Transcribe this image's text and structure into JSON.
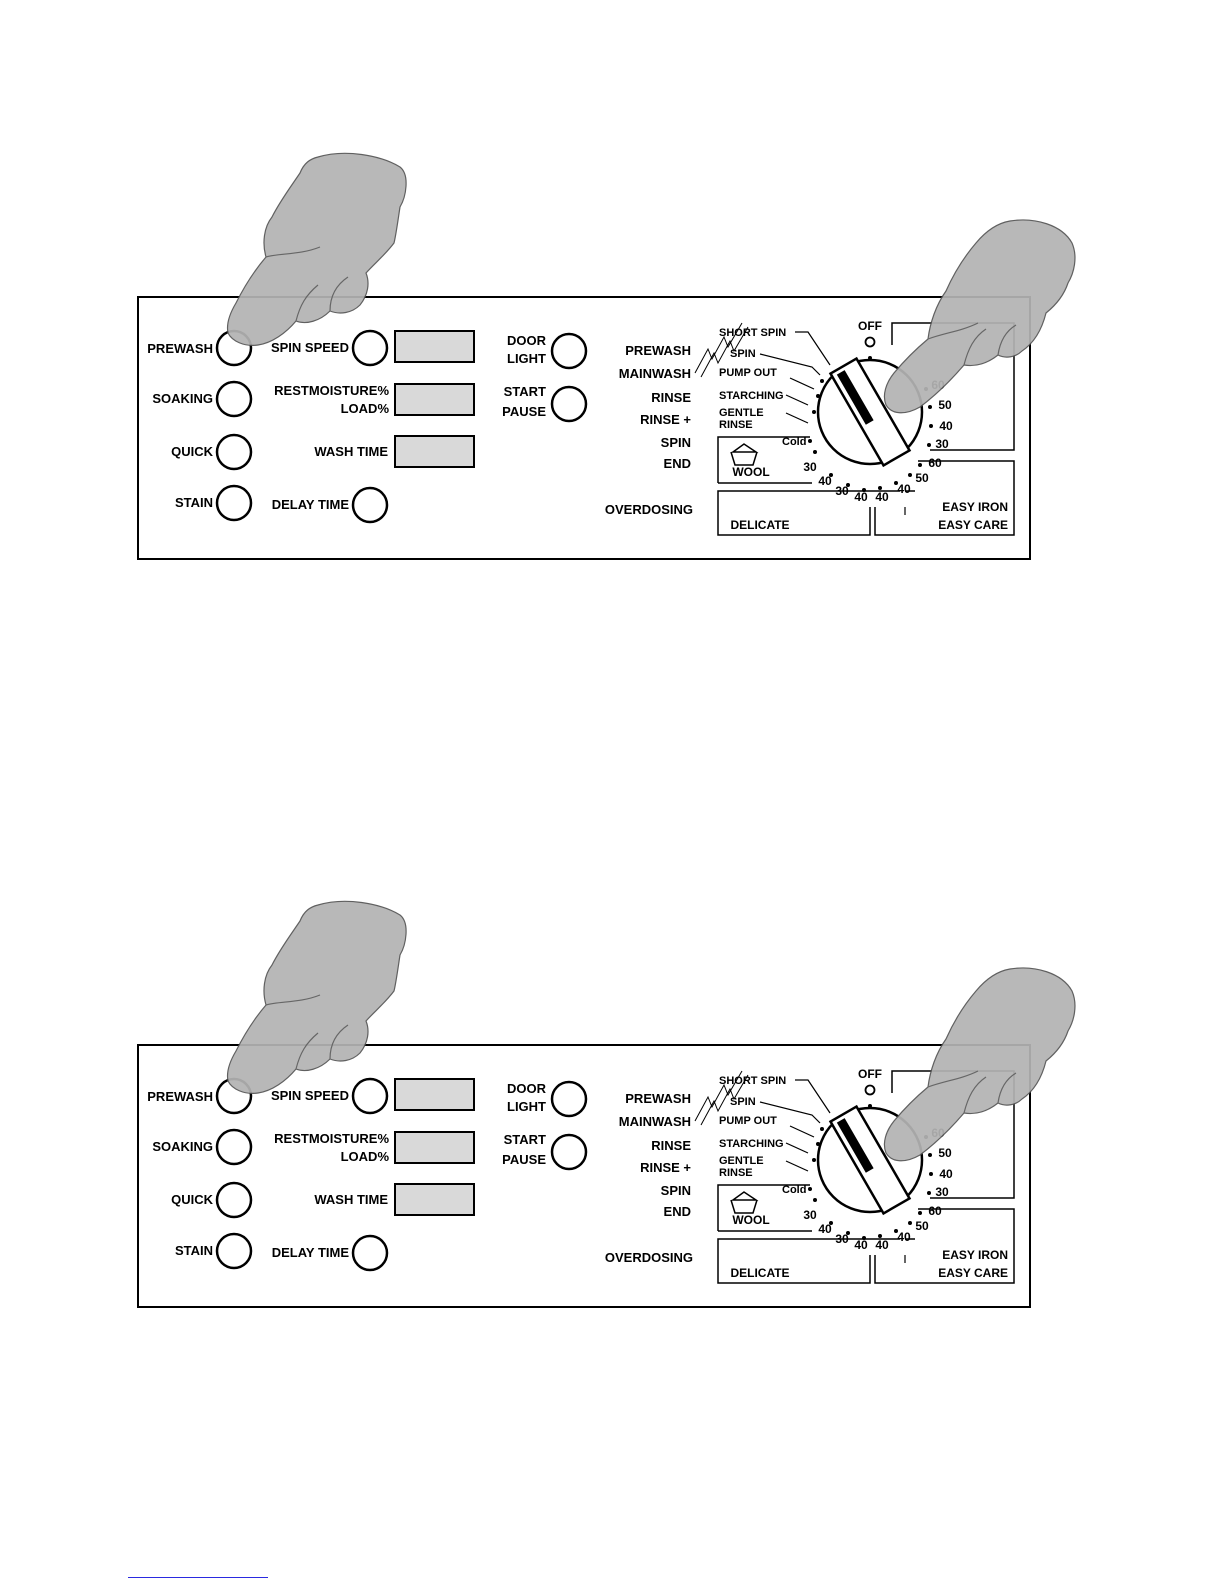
{
  "panels": [
    {
      "left_buttons": [
        "PREWASH",
        "SOAKING",
        "QUICK",
        "STAIN"
      ],
      "middle_controls": [
        "SPIN SPEED",
        "RESTMOISTURE%",
        "LOAD%",
        "WASH TIME",
        "DELAY TIME"
      ],
      "door_light": [
        "DOOR",
        "LIGHT"
      ],
      "start_pause": [
        "START",
        "PAUSE"
      ],
      "progress_labels": [
        "PREWASH",
        "MAINWASH",
        "RINSE",
        "RINSE +",
        "SPIN",
        "END",
        "OVERDOSING"
      ],
      "dial_labels": {
        "short_spin": "SHORT SPIN",
        "spin": "SPIN",
        "pump_out": "PUMP OUT",
        "starching": "STARCHING",
        "gentle": "GENTLE",
        "rinse": "RINSE",
        "off": "OFF",
        "cold": "Cold",
        "wool": "WOOL",
        "delicate": "DELICATE",
        "easy_iron": "EASY IRON",
        "easy_care": "EASY CARE"
      },
      "temperatures": [
        "30",
        "40",
        "30",
        "40",
        "40",
        "40",
        "50",
        "60",
        "30",
        "40",
        "50",
        "60"
      ]
    },
    {
      "left_buttons": [
        "PREWASH",
        "SOAKING",
        "QUICK",
        "STAIN"
      ],
      "middle_controls": [
        "SPIN SPEED",
        "RESTMOISTURE%",
        "LOAD%",
        "WASH TIME",
        "DELAY TIME"
      ],
      "door_light": [
        "DOOR",
        "LIGHT"
      ],
      "start_pause": [
        "START",
        "PAUSE"
      ],
      "progress_labels": [
        "PREWASH",
        "MAINWASH",
        "RINSE",
        "RINSE +",
        "SPIN",
        "END",
        "OVERDOSING"
      ],
      "dial_labels": {
        "short_spin": "SHORT SPIN",
        "spin": "SPIN",
        "pump_out": "PUMP OUT",
        "starching": "STARCHING",
        "gentle": "GENTLE",
        "rinse": "RINSE",
        "off": "OFF",
        "cold": "Cold",
        "wool": "WOOL",
        "delicate": "DELICATE",
        "easy_iron": "EASY IRON",
        "easy_care": "EASY CARE"
      },
      "temperatures": [
        "30",
        "40",
        "30",
        "40",
        "40",
        "40",
        "50",
        "60",
        "30",
        "40",
        "50",
        "60"
      ]
    }
  ]
}
